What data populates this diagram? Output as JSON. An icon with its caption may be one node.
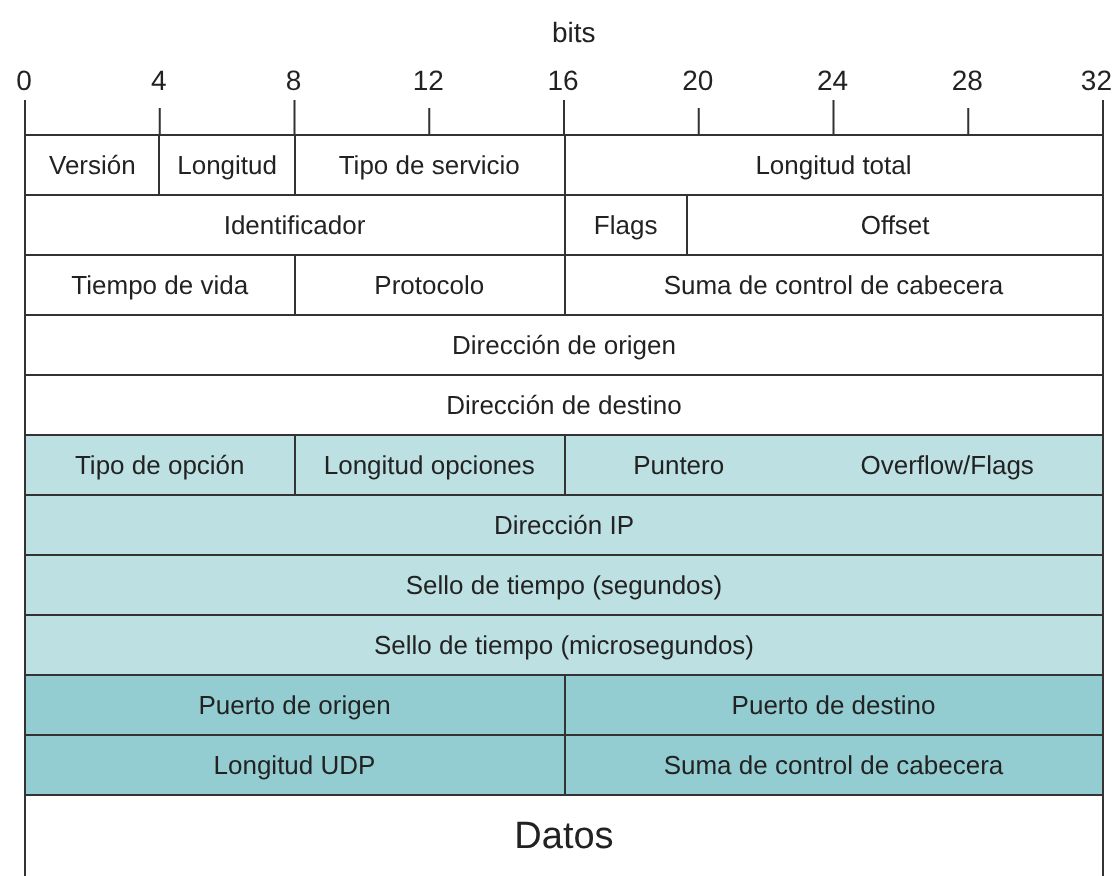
{
  "diagram": {
    "nodes": [
      {
        "text": [
          "Versión"
        ]
      },
      {
        "text": [
          "Longitud"
        ]
      },
      {
        "text": [
          "Tipo de servicio"
        ]
      },
      {
        "text": [
          "Longitud total"
        ]
      },
      {
        "text": [
          "Identificador"
        ]
      },
      {
        "text": [
          "Flags"
        ]
      },
      {
        "text": [
          "Offset"
        ]
      },
      {
        "text": [
          "Tiempo de vida"
        ]
      },
      {
        "text": [
          "Protocolo"
        ]
      },
      {
        "text": [
          "Suma de control de cabecera"
        ]
      },
      {
        "text": [
          "Dirección de origen"
        ]
      },
      {
        "text": [
          "Dirección de destino"
        ]
      },
      {
        "text": [
          "Tipo de opción"
        ]
      },
      {
        "text": [
          "Longitud opciones"
        ]
      },
      {
        "text": [
          "Puntero",
          "Overflow/Flags"
        ]
      },
      {
        "text": [
          "Dirección IP"
        ]
      },
      {
        "text": [
          "Sello de tiempo (segundos)"
        ]
      },
      {
        "text": [
          "Sello de tiempo (microsegundos)"
        ]
      },
      {
        "text": [
          "Puerto de origen"
        ]
      },
      {
        "text": [
          "Puerto de destino"
        ]
      },
      {
        "text": [
          "Longitud UDP"
        ]
      },
      {
        "text": [
          "Suma de control de cabecera"
        ]
      },
      {
        "text": [
          "Datos"
        ]
      }
    ],
    "labels": [
      "bits",
      "0",
      "4",
      "8",
      "12",
      "16",
      "20",
      "24",
      "28",
      "32"
    ]
  }
}
